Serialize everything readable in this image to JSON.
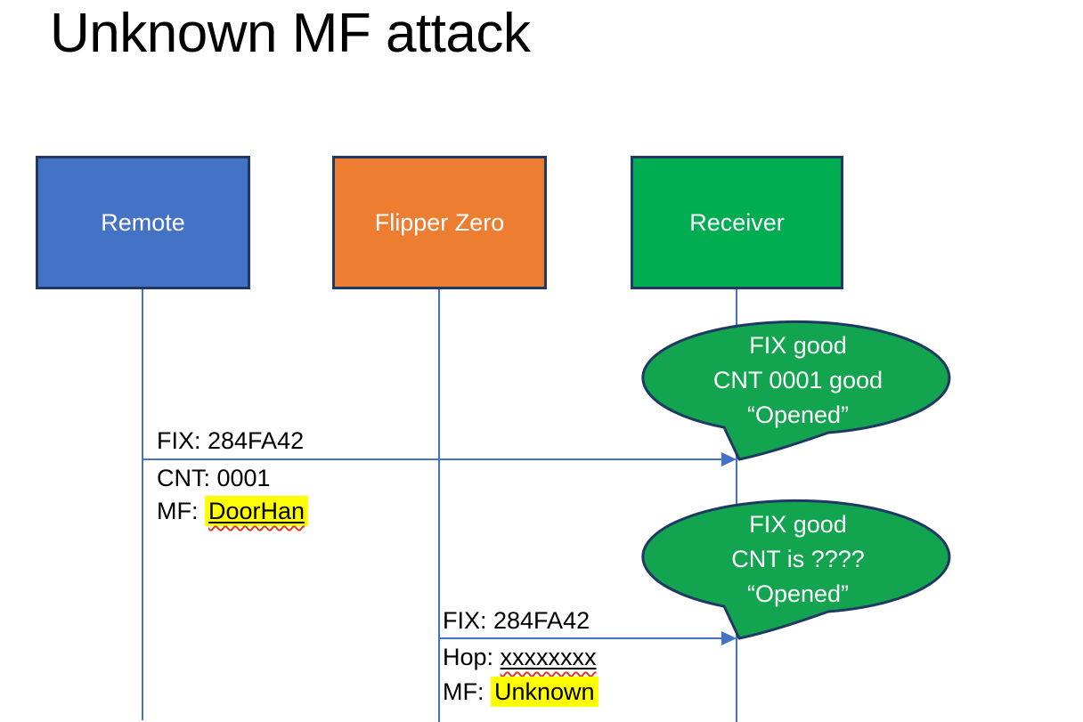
{
  "title": "Unknown MF attack",
  "actors": [
    {
      "label": "Remote"
    },
    {
      "label": "Flipper Zero"
    },
    {
      "label": "Receiver"
    }
  ],
  "messages": [
    {
      "from": "Remote",
      "to": "Receiver",
      "line1": "FIX: 284FA42",
      "line2": "CNT: 0001",
      "line3_prefix": "MF: ",
      "line3_value": "DoorHan"
    },
    {
      "from": "Flipper Zero",
      "to": "Receiver",
      "line1": "FIX: 284FA42",
      "line2_prefix": "Hop: ",
      "line2_value": "xxxxxxxx",
      "line3_prefix": "MF: ",
      "line3_value": "Unknown"
    }
  ],
  "callout1": {
    "line1": "FIX good",
    "line2": "CNT 0001 good",
    "line3": "“Opened”"
  },
  "callout2": {
    "line1": "FIX good",
    "line2": "CNT is ????",
    "line3": "“Opened”"
  },
  "colors": {
    "line-blue": "#4472C4",
    "blue-fill": "#4472C4",
    "orange": "#ED7D31",
    "green": "#00AD50",
    "bubble-green": "#12A44E",
    "navy": "#1F3864",
    "highlight": "#FFFF00",
    "squiggle": "#DD3A21"
  }
}
